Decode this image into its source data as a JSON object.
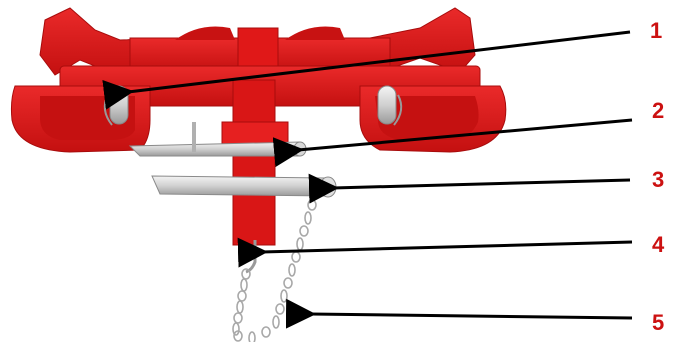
{
  "diagram": {
    "callouts": [
      {
        "number": "1"
      },
      {
        "number": "2"
      },
      {
        "number": "3"
      },
      {
        "number": "4"
      },
      {
        "number": "5"
      }
    ]
  },
  "colors": {
    "part_red": "#e01818",
    "part_red_dark": "#b00e0e",
    "metal_light": "#e4e4e4",
    "metal_mid": "#b8b8b8",
    "metal_dark": "#8a8a8a",
    "arrow": "#000000",
    "label": "#cc1111"
  }
}
